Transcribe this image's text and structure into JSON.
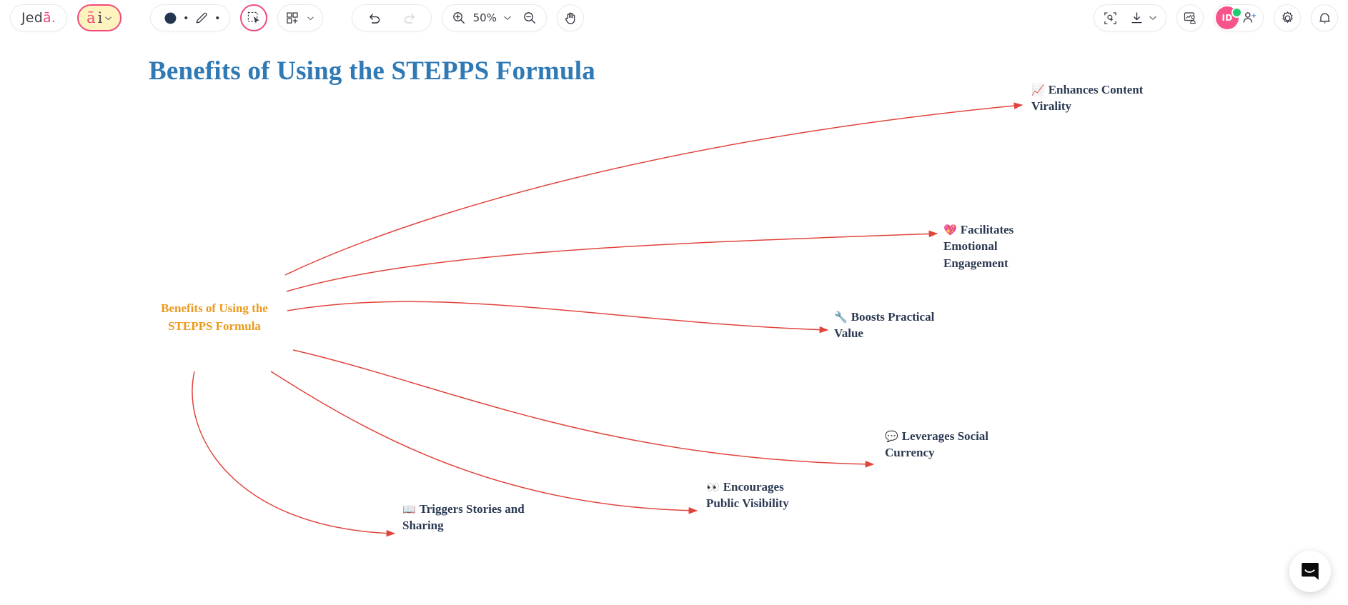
{
  "app": {
    "logo_text": "Jed",
    "logo_accent": "ā.",
    "brand_pink": "#f2497a",
    "canvas_bg": "#ffffff"
  },
  "toolbar": {
    "ai_button": {
      "label_a": "ā",
      "label_i": "i",
      "name": "ai-assistant"
    },
    "shape_tool": "shape-tool",
    "pen_tool": "pen-tool",
    "select_tool": "select-tool",
    "frame_tool": "frame-tool",
    "undo": "undo",
    "redo": "redo",
    "zoom_in": "zoom-in",
    "zoom_out": "zoom-out",
    "zoom_level": "50%",
    "hand_tool": "hand-tool",
    "snapshot": "snapshot",
    "download": "download",
    "present": "present",
    "user_initials": "ID",
    "add_user": "add-user",
    "settings": "settings",
    "notifications": "notifications"
  },
  "canvas": {
    "title": "Benefits of Using the STEPPS Formula",
    "title_color": "#2f79b5",
    "root": {
      "label": "Benefits of Using the STEPPS Formula",
      "color": "#eb9a1c"
    },
    "edge_color": "#e0453c",
    "branches": [
      {
        "emoji": "📈",
        "emoji_name": "chart-increasing-emoji",
        "label": "Enhances Content Virality"
      },
      {
        "emoji": "💖",
        "emoji_name": "sparkling-heart-emoji",
        "label": "Facilitates Emotional Engagement"
      },
      {
        "emoji": "🔧",
        "emoji_name": "wrench-emoji",
        "label": "Boosts Practical Value"
      },
      {
        "emoji": "💬",
        "emoji_name": "speech-balloon-emoji",
        "label": "Leverages Social Currency"
      },
      {
        "emoji": "👀",
        "emoji_name": "eyes-emoji",
        "label": "Encourages Public Visibility"
      },
      {
        "emoji": "📖",
        "emoji_name": "open-book-emoji",
        "label": "Triggers Stories and Sharing"
      }
    ]
  },
  "chat": {
    "launcher_name": "intercom-chat-launcher"
  }
}
